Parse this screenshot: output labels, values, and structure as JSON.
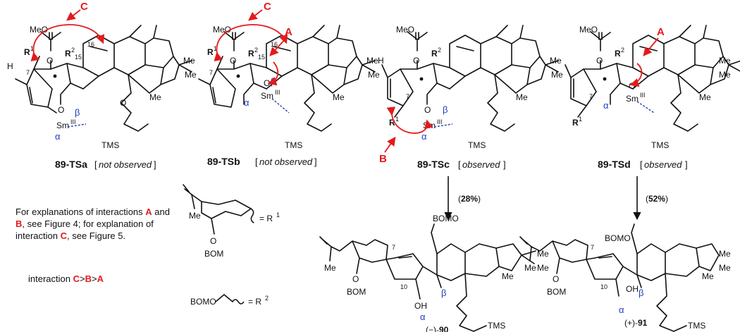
{
  "structures": [
    {
      "name": "89-TSa",
      "note": "not observed",
      "suffix": ""
    },
    {
      "name": "89-TSb",
      "note": "not observed",
      "suffix": ""
    },
    {
      "name": "89-TSc",
      "note": "observed",
      "suffix": ""
    },
    {
      "name": "89-TSd",
      "note": "observed",
      "suffix": ""
    }
  ],
  "interaction_labels": {
    "a": "A",
    "b": "B",
    "c": "C"
  },
  "yields": {
    "tsc": "28%",
    "tsd": "52%"
  },
  "products": [
    {
      "prefix": "(−)-",
      "number": "90"
    },
    {
      "prefix": "(+)-",
      "number": "91"
    }
  ],
  "explanation": {
    "p1": "For explanations of interactions ",
    "a": "A",
    "p2": " and ",
    "b": "B",
    "p3": ", see Figure 4; for explanation of interaction ",
    "c": "C",
    "p4": ", see Figure 5."
  },
  "order": {
    "prefix": "interaction ",
    "c": "C",
    "gt1": ">",
    "b": "B",
    "gt2": ">",
    "a": "A"
  },
  "atoms": {
    "meoco": "MeO",
    "oxygen": "O",
    "hydrogen": "H",
    "me": "Me",
    "tms": "TMS",
    "sm": "Sm",
    "sm_ox": "III",
    "alpha": "α",
    "beta": "β",
    "r1": "R",
    "r1_sup": "1",
    "r2": "R",
    "r2_sup": "2",
    "bomo": "BOMO",
    "bom": "BOM",
    "oh": "OH",
    "n7": "7",
    "n10": "10",
    "n15": "15",
    "n16": "16",
    "eq_r1": "= R",
    "eq_r1_sup": "1",
    "eq_r2": "= R",
    "eq_r2_sup": "2"
  }
}
